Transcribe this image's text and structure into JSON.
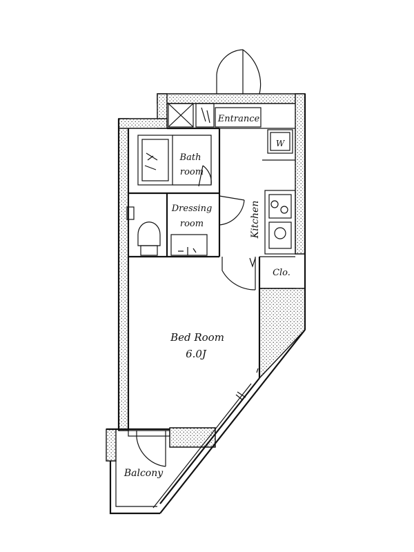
{
  "floorplan": {
    "rooms": {
      "entrance": "Entrance",
      "bath_line1": "Bath",
      "bath_line2": "room",
      "dressing_line1": "Dressing",
      "dressing_line2": "room",
      "kitchen": "Kitchen",
      "closet": "Clo.",
      "bedroom": "Bed Room",
      "bedroom_size": "6.0J",
      "balcony": "Balcony",
      "washer": "W"
    }
  }
}
